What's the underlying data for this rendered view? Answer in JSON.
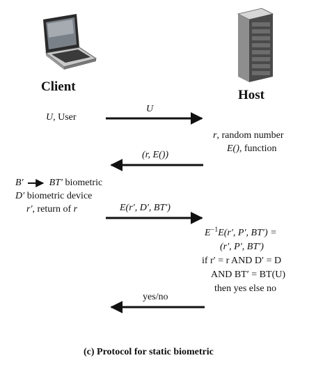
{
  "entities": {
    "client": "Client",
    "host": "Host"
  },
  "messages": {
    "m1": "U",
    "m2": "(r, E())",
    "m3": "E(r′, D′, BT′)",
    "m4": "yes/no"
  },
  "client_notes": {
    "user_sym": "U",
    "user_text": ", User",
    "line1_sym1": "B′",
    "line1_sym2": "BT′",
    "line1_text": " biometric",
    "line2_sym": "D′",
    "line2_text": " biometric device",
    "line3_sym": "r′",
    "line3_text": ", return of ",
    "line3_sym2": "r"
  },
  "host_notes": {
    "rand_sym": "r",
    "rand_text": ", random number",
    "func_sym": "E()",
    "func_text": ", function",
    "decrypt_line1": "E",
    "decrypt_sup": "−1",
    "decrypt_line1b": "E(r′, P′, BT′) =",
    "decrypt_line2": "(r′, P′, BT′)",
    "check_line1": "if r′ = r AND D′ = D",
    "check_line2": "AND BT′ = BT(U)",
    "check_line3": "then yes else no"
  },
  "caption": "(c) Protocol for static biometric"
}
